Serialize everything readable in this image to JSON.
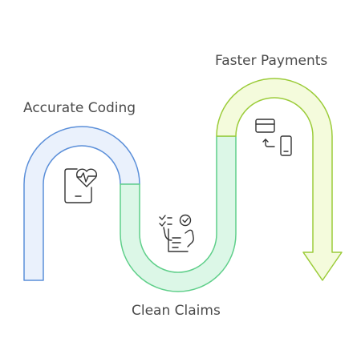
{
  "diagram": {
    "stages": [
      {
        "label": "Accurate Coding",
        "icon": "tablet-heartbeat-icon",
        "color": "#5b8fd9",
        "fill": "#eaf1fc"
      },
      {
        "label": "Clean Claims",
        "icon": "checklist-document-icon",
        "color": "#5fcf8a",
        "fill": "#dcf7e7"
      },
      {
        "label": "Faster Payments",
        "icon": "card-to-phone-payment-icon",
        "color": "#9ccc3a",
        "fill": "#f4fbdc"
      }
    ]
  }
}
